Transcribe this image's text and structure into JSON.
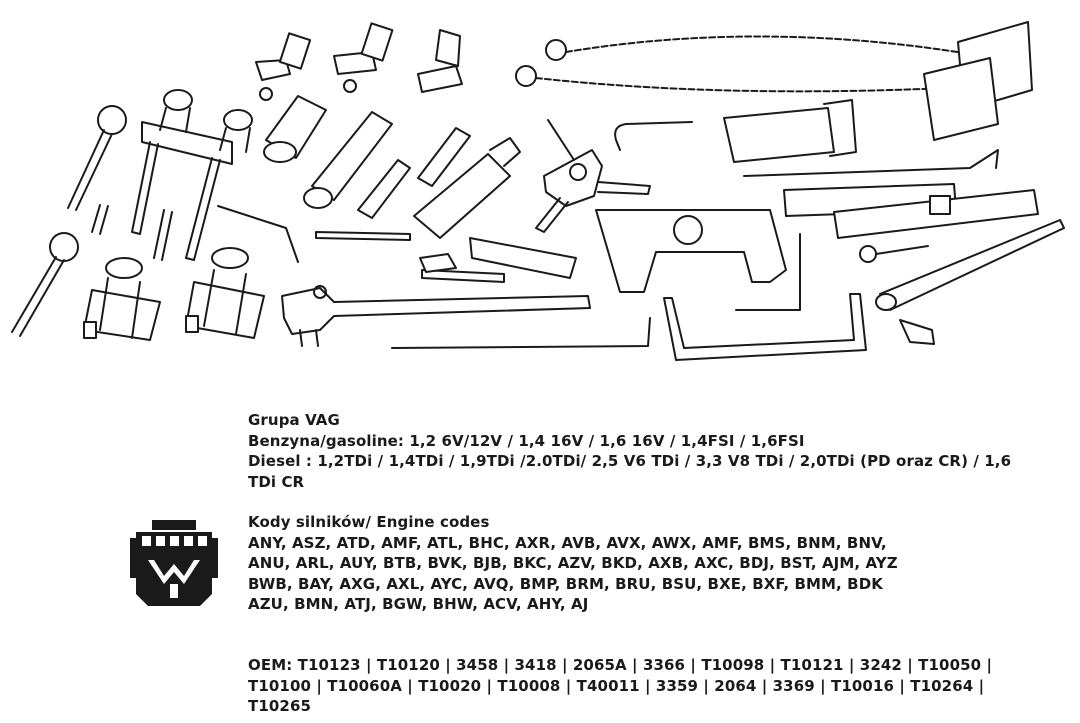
{
  "group": {
    "title": "Grupa VAG",
    "petrol": "Benzyna/gasoline: 1,2 6V/12V / 1,4 16V / 1,6 16V / 1,4FSI / 1,6FSI",
    "diesel_line1": "Diesel : 1,2TDi / 1,4TDi / 1,9TDi /2.0TDi/ 2,5 V6 TDi / 3,3 V8 TDi / 2,0TDi (PD oraz CR) / 1,6",
    "diesel_line2": "TDi CR"
  },
  "engine_codes": {
    "title": "Kody silników/ Engine codes",
    "lines": [
      "ANY, ASZ, ATD, AMF, ATL, BHC, AXR, AVB, AVX, AWX, AMF, BMS, BNM, BNV,",
      "ANU, ARL, AUY, BTB, BVK, BJB, BKC, AZV, BKD, AXB, AXC, BDJ, BST, AJM, AYZ",
      "BWB, BAY, AXG, AXL, AYC, AVQ, BMP, BRM, BRU, BSU, BXE, BXF, BMM, BDK",
      "AZU, BMN, ATJ, BGW, BHW, ACV, AHY, AJ"
    ]
  },
  "oem": {
    "lines": [
      "OEM: T10123 | T10120 | 3458 | 3418 | 2065A | 3366 | T10098 | T10121 | 3242 | T10050 |",
      "T10100 | T10060A | T10020 | T10008 | T40011 | 3359 | 2064 | 3369 | T10016 | T10264 |",
      "T10265"
    ]
  },
  "icons": {
    "illustration": "timing-tool-set-icon",
    "engine": "engine-icon"
  },
  "colors": {
    "text": "#1a1a1a",
    "line": "#1a1a1a",
    "background": "#ffffff"
  }
}
